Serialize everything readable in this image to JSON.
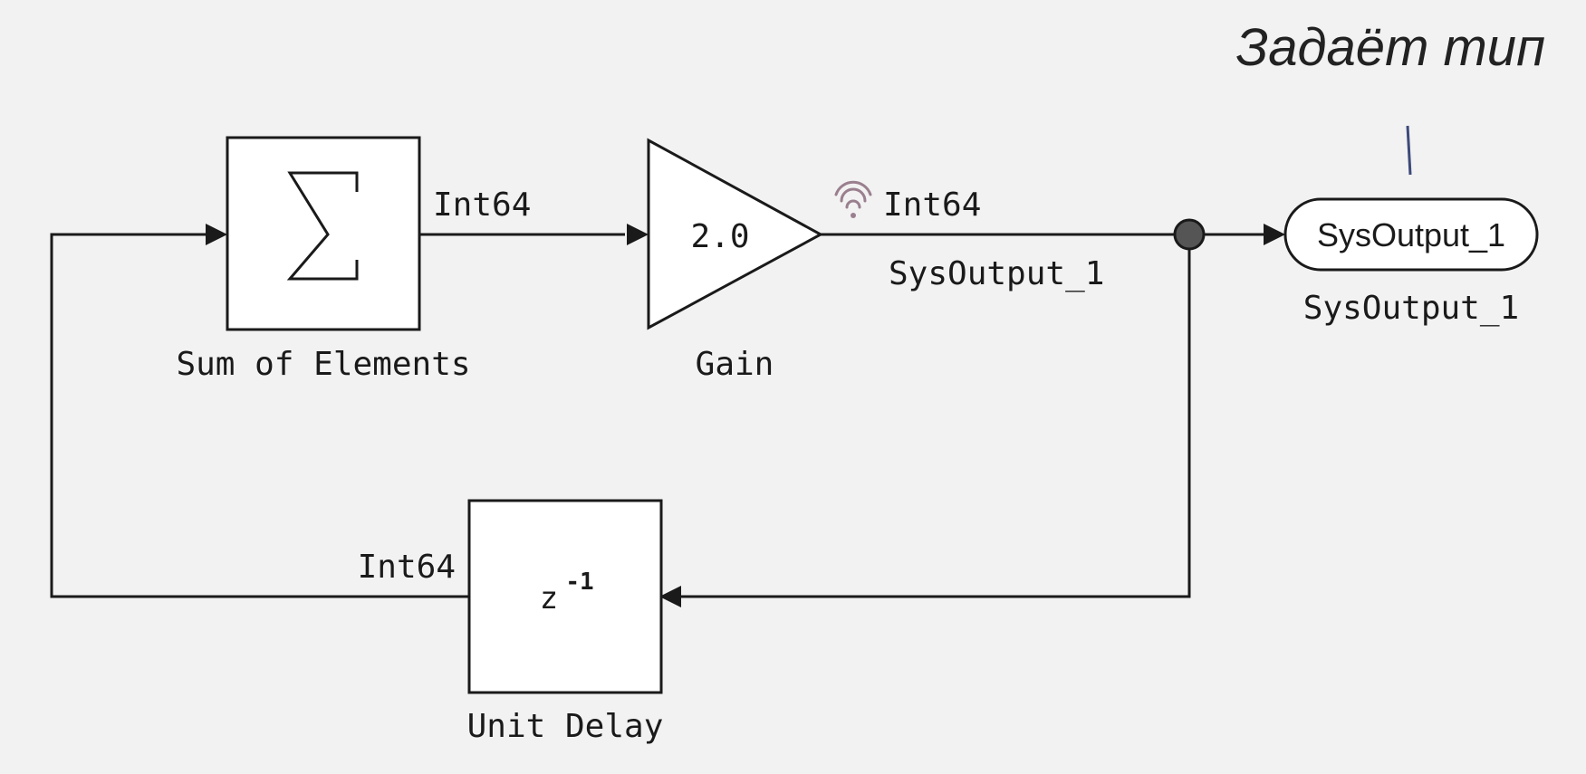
{
  "annotation": {
    "text": "Задаёт тип"
  },
  "blocks": {
    "sum": {
      "label": "Sum of Elements",
      "symbol": "Σ"
    },
    "gain": {
      "label": "Gain",
      "value": "2.0"
    },
    "unit_delay": {
      "label": "Unit Delay",
      "symbol_base": "z",
      "symbol_exp": "-1"
    },
    "output": {
      "port_text": "SysOutput_1",
      "label": "SysOutput_1"
    }
  },
  "signals": {
    "sum_to_gain": {
      "type": "Int64"
    },
    "gain_to_output": {
      "type": "Int64",
      "name": "SysOutput_1"
    },
    "delay_to_sum": {
      "type": "Int64"
    }
  },
  "colors": {
    "background": "#f2f2f2",
    "stroke": "#1a1a1a",
    "block_fill": "#ffffff",
    "branch_point": "#555555",
    "wireless_icon": "#9a7f8e",
    "annotation_line": "#3d4a7a"
  },
  "icons": {
    "signal_logging": "wireless-signal-icon"
  }
}
